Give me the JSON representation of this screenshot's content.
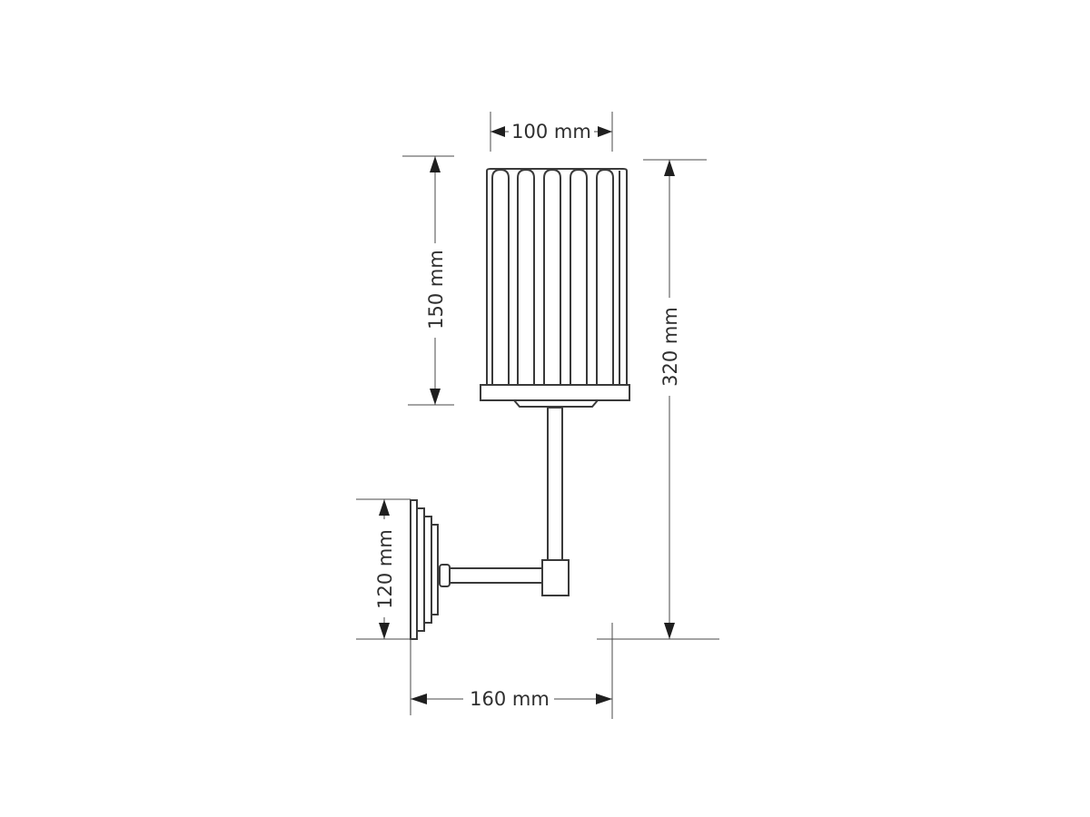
{
  "dimensions": {
    "top_width": "100 mm",
    "shade_height": "150 mm",
    "total_height": "320 mm",
    "base_height": "120 mm",
    "projection": "160 mm"
  },
  "colors": {
    "line": "#3a3a3a",
    "background": "#ffffff"
  }
}
